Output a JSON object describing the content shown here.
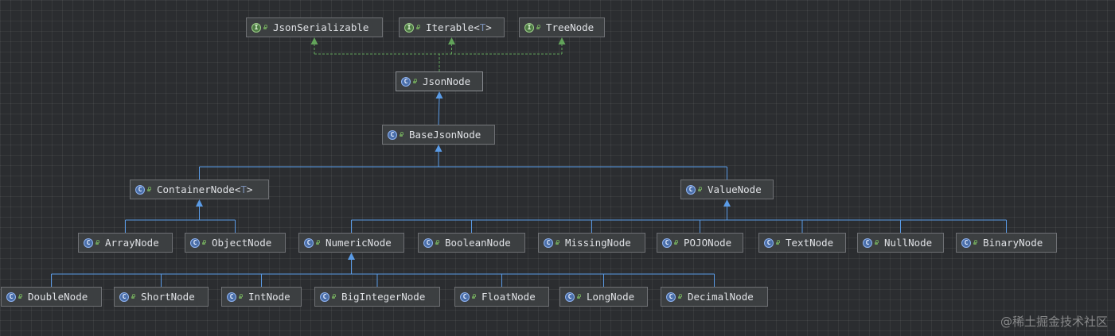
{
  "diagram": {
    "nodes": [
      {
        "id": "JsonSerializable",
        "label": "JsonSerializable",
        "kind": "interface"
      },
      {
        "id": "Iterable",
        "label": "Iterable<",
        "type_param": "T",
        "suffix": ">",
        "kind": "interface"
      },
      {
        "id": "TreeNode",
        "label": "TreeNode",
        "kind": "interface"
      },
      {
        "id": "JsonNode",
        "label": "JsonNode",
        "kind": "class"
      },
      {
        "id": "BaseJsonNode",
        "label": "BaseJsonNode",
        "kind": "class"
      },
      {
        "id": "ContainerNode",
        "label": "ContainerNode<",
        "type_param": "T",
        "suffix": ">",
        "kind": "class"
      },
      {
        "id": "ValueNode",
        "label": "ValueNode",
        "kind": "class"
      },
      {
        "id": "ArrayNode",
        "label": "ArrayNode",
        "kind": "class"
      },
      {
        "id": "ObjectNode",
        "label": "ObjectNode",
        "kind": "class"
      },
      {
        "id": "NumericNode",
        "label": "NumericNode",
        "kind": "class"
      },
      {
        "id": "BooleanNode",
        "label": "BooleanNode",
        "kind": "class"
      },
      {
        "id": "MissingNode",
        "label": "MissingNode",
        "kind": "class"
      },
      {
        "id": "POJONode",
        "label": "POJONode",
        "kind": "class"
      },
      {
        "id": "TextNode",
        "label": "TextNode",
        "kind": "class"
      },
      {
        "id": "NullNode",
        "label": "NullNode",
        "kind": "class"
      },
      {
        "id": "BinaryNode",
        "label": "BinaryNode",
        "kind": "class"
      },
      {
        "id": "DoubleNode",
        "label": "DoubleNode",
        "kind": "class"
      },
      {
        "id": "ShortNode",
        "label": "ShortNode",
        "kind": "class"
      },
      {
        "id": "IntNode",
        "label": "IntNode",
        "kind": "class"
      },
      {
        "id": "BigIntegerNode",
        "label": "BigIntegerNode",
        "kind": "class"
      },
      {
        "id": "FloatNode",
        "label": "FloatNode",
        "kind": "class"
      },
      {
        "id": "LongNode",
        "label": "LongNode",
        "kind": "class"
      },
      {
        "id": "DecimalNode",
        "label": "DecimalNode",
        "kind": "class"
      }
    ],
    "implements": [
      {
        "from": "JsonNode",
        "to": [
          "JsonSerializable",
          "Iterable",
          "TreeNode"
        ]
      }
    ],
    "extends": [
      {
        "parent": "JsonNode",
        "children": [
          "BaseJsonNode"
        ]
      },
      {
        "parent": "BaseJsonNode",
        "children": [
          "ContainerNode",
          "ValueNode"
        ]
      },
      {
        "parent": "ContainerNode",
        "children": [
          "ArrayNode",
          "ObjectNode"
        ]
      },
      {
        "parent": "ValueNode",
        "children": [
          "NumericNode",
          "BooleanNode",
          "MissingNode",
          "POJONode",
          "TextNode",
          "NullNode",
          "BinaryNode"
        ]
      },
      {
        "parent": "NumericNode",
        "children": [
          "DoubleNode",
          "ShortNode",
          "IntNode",
          "BigIntegerNode",
          "FloatNode",
          "LongNode",
          "DecimalNode"
        ]
      }
    ],
    "badges": {
      "class": "C",
      "interface": "I"
    },
    "colors": {
      "background": "#2b2d30",
      "node_fill": "#3c3f41",
      "extends_edge": "#5a9be6",
      "implements_edge": "#62a35a"
    }
  },
  "watermark": "@稀土掘金技术社区"
}
